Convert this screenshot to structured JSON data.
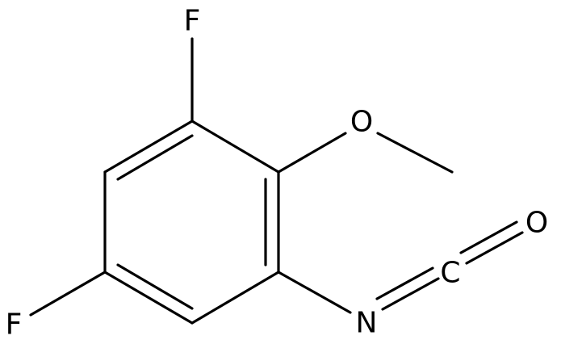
{
  "molecule": {
    "atoms": {
      "fluorine_top": "F",
      "fluorine_left": "F",
      "oxygen_methoxy": "O",
      "nitrogen": "N",
      "carbon_isocyanate": "C",
      "oxygen_carbonyl": "O"
    }
  },
  "colors": {
    "bond": "#000000",
    "label": "#000000",
    "background": "#ffffff"
  }
}
